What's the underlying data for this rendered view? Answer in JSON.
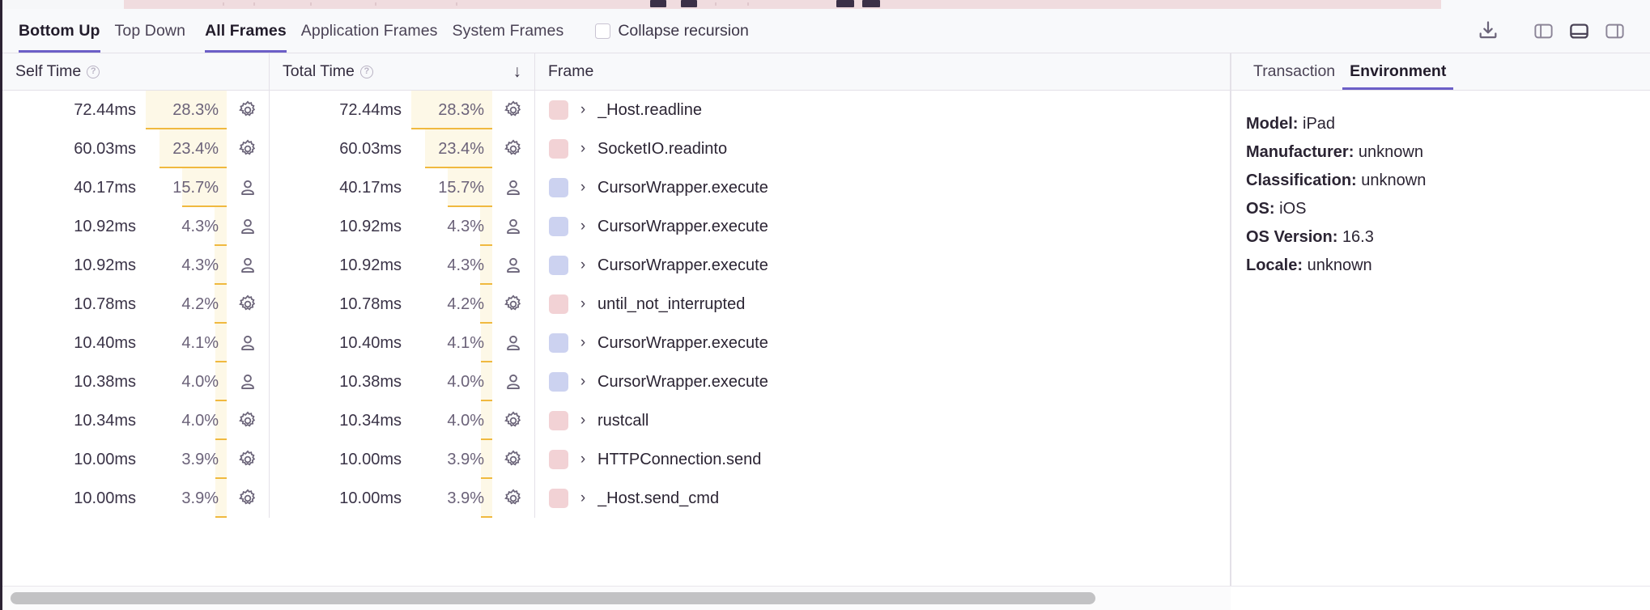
{
  "toolbar": {
    "tabs_mode": [
      {
        "label": "Bottom Up",
        "active": true
      },
      {
        "label": "Top Down",
        "active": false
      }
    ],
    "tabs_frames": [
      {
        "label": "All Frames",
        "active": true
      },
      {
        "label": "Application Frames",
        "active": false
      },
      {
        "label": "System Frames",
        "active": false
      }
    ],
    "collapse_recursion": {
      "label": "Collapse recursion",
      "checked": false
    },
    "icons": [
      {
        "name": "download-icon",
        "active": false
      },
      {
        "name": "panel-left-icon",
        "active": false
      },
      {
        "name": "panel-bottom-icon",
        "active": true
      },
      {
        "name": "panel-right-icon",
        "active": false
      }
    ]
  },
  "table": {
    "columns": [
      {
        "key": "self_time",
        "label": "Self Time",
        "help": "?",
        "sorted": false
      },
      {
        "key": "total_time",
        "label": "Total Time",
        "help": "?",
        "sorted": true,
        "sort_dir": "desc",
        "sort_glyph": "↓"
      },
      {
        "key": "frame",
        "label": "Frame"
      }
    ],
    "rows": [
      {
        "self_time": "72.44ms",
        "self_pct": "28.3%",
        "self_pct_value": 28.3,
        "total_time": "72.44ms",
        "total_pct": "28.3%",
        "total_pct_value": 28.3,
        "kind": "system",
        "kind_icon": "gear-icon",
        "swatch": "#f2d4d6",
        "frame": "_Host.readline"
      },
      {
        "self_time": "60.03ms",
        "self_pct": "23.4%",
        "self_pct_value": 23.4,
        "total_time": "60.03ms",
        "total_pct": "23.4%",
        "total_pct_value": 23.4,
        "kind": "system",
        "kind_icon": "gear-icon",
        "swatch": "#f2d2d5",
        "frame": "SocketIO.readinto"
      },
      {
        "self_time": "40.17ms",
        "self_pct": "15.7%",
        "self_pct_value": 15.7,
        "total_time": "40.17ms",
        "total_pct": "15.7%",
        "total_pct_value": 15.7,
        "kind": "application",
        "kind_icon": "user-icon",
        "swatch": "#ccd2f0",
        "frame": "CursorWrapper.execute"
      },
      {
        "self_time": "10.92ms",
        "self_pct": "4.3%",
        "self_pct_value": 4.3,
        "total_time": "10.92ms",
        "total_pct": "4.3%",
        "total_pct_value": 4.3,
        "kind": "application",
        "kind_icon": "user-icon",
        "swatch": "#ccd2f0",
        "frame": "CursorWrapper.execute"
      },
      {
        "self_time": "10.92ms",
        "self_pct": "4.3%",
        "self_pct_value": 4.3,
        "total_time": "10.92ms",
        "total_pct": "4.3%",
        "total_pct_value": 4.3,
        "kind": "application",
        "kind_icon": "user-icon",
        "swatch": "#ccd2f0",
        "frame": "CursorWrapper.execute"
      },
      {
        "self_time": "10.78ms",
        "self_pct": "4.2%",
        "self_pct_value": 4.2,
        "total_time": "10.78ms",
        "total_pct": "4.2%",
        "total_pct_value": 4.2,
        "kind": "system",
        "kind_icon": "gear-icon",
        "swatch": "#f2d2d5",
        "frame": "until_not_interrupted"
      },
      {
        "self_time": "10.40ms",
        "self_pct": "4.1%",
        "self_pct_value": 4.1,
        "total_time": "10.40ms",
        "total_pct": "4.1%",
        "total_pct_value": 4.1,
        "kind": "application",
        "kind_icon": "user-icon",
        "swatch": "#ccd2f0",
        "frame": "CursorWrapper.execute"
      },
      {
        "self_time": "10.38ms",
        "self_pct": "4.0%",
        "self_pct_value": 4.0,
        "total_time": "10.38ms",
        "total_pct": "4.0%",
        "total_pct_value": 4.0,
        "kind": "application",
        "kind_icon": "user-icon",
        "swatch": "#ccd2f0",
        "frame": "CursorWrapper.execute"
      },
      {
        "self_time": "10.34ms",
        "self_pct": "4.0%",
        "self_pct_value": 4.0,
        "total_time": "10.34ms",
        "total_pct": "4.0%",
        "total_pct_value": 4.0,
        "kind": "system",
        "kind_icon": "gear-icon",
        "swatch": "#f2d2d5",
        "frame": "rustcall"
      },
      {
        "self_time": "10.00ms",
        "self_pct": "3.9%",
        "self_pct_value": 3.9,
        "total_time": "10.00ms",
        "total_pct": "3.9%",
        "total_pct_value": 3.9,
        "kind": "system",
        "kind_icon": "gear-icon",
        "swatch": "#f2d2d5",
        "frame": "HTTPConnection.send"
      },
      {
        "self_time": "10.00ms",
        "self_pct": "3.9%",
        "self_pct_value": 3.9,
        "total_time": "10.00ms",
        "total_pct": "3.9%",
        "total_pct_value": 3.9,
        "kind": "system",
        "kind_icon": "gear-icon",
        "swatch": "#f2d2d5",
        "frame": "_Host.send_cmd"
      }
    ]
  },
  "detail": {
    "tabs": [
      {
        "label": "Transaction",
        "active": false
      },
      {
        "label": "Environment",
        "active": true
      }
    ],
    "environment": [
      {
        "key": "Model:",
        "value": "iPad"
      },
      {
        "key": "Manufacturer:",
        "value": "unknown"
      },
      {
        "key": "Classification:",
        "value": "unknown"
      },
      {
        "key": "OS:",
        "value": "iOS"
      },
      {
        "key": "OS Version:",
        "value": "16.3"
      },
      {
        "key": "Locale:",
        "value": "unknown"
      }
    ]
  },
  "colors": {
    "accent": "#6c5fc7",
    "bar_fill": "#fdf8e7",
    "bar_underline": "#f0b93f",
    "system_swatch": "#f2d2d5",
    "application_swatch": "#ccd2f0",
    "header_bg": "#f8f9fb",
    "scrollbar_thumb": "#c2c2c4"
  },
  "scrollbar": {
    "orientation": "horizontal",
    "thumb_fraction": 0.88
  }
}
